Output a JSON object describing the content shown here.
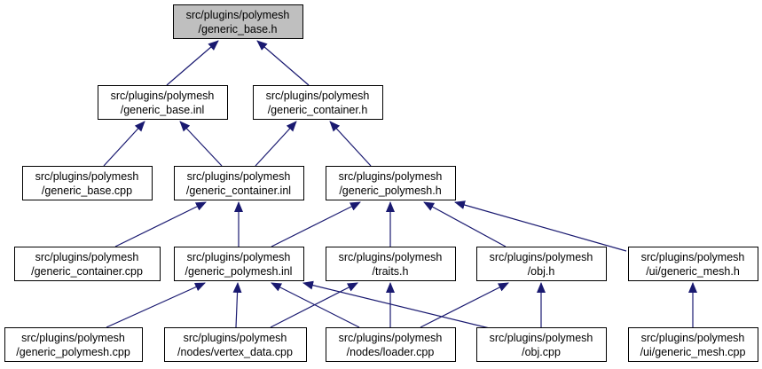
{
  "colors": {
    "edge": "#191970",
    "node_border": "#000000",
    "node_fill": "#ffffff",
    "highlight_fill": "#bfbfbf"
  },
  "nodes": [
    {
      "id": "n0",
      "line1": "src/plugins/polymesh",
      "line2": "/generic_base.h",
      "highlighted": true
    },
    {
      "id": "n1",
      "line1": "src/plugins/polymesh",
      "line2": "/generic_base.inl"
    },
    {
      "id": "n2",
      "line1": "src/plugins/polymesh",
      "line2": "/generic_container.h"
    },
    {
      "id": "n3",
      "line1": "src/plugins/polymesh",
      "line2": "/generic_base.cpp"
    },
    {
      "id": "n4",
      "line1": "src/plugins/polymesh",
      "line2": "/generic_container.inl"
    },
    {
      "id": "n5",
      "line1": "src/plugins/polymesh",
      "line2": "/generic_polymesh.h"
    },
    {
      "id": "n6",
      "line1": "src/plugins/polymesh",
      "line2": "/generic_container.cpp"
    },
    {
      "id": "n7",
      "line1": "src/plugins/polymesh",
      "line2": "/generic_polymesh.inl"
    },
    {
      "id": "n8",
      "line1": "src/plugins/polymesh",
      "line2": "/traits.h"
    },
    {
      "id": "n9",
      "line1": "src/plugins/polymesh",
      "line2": "/obj.h"
    },
    {
      "id": "n10",
      "line1": "src/plugins/polymesh",
      "line2": "/ui/generic_mesh.h"
    },
    {
      "id": "n11",
      "line1": "src/plugins/polymesh",
      "line2": "/generic_polymesh.cpp"
    },
    {
      "id": "n12",
      "line1": "src/plugins/polymesh",
      "line2": "/nodes/vertex_data.cpp"
    },
    {
      "id": "n13",
      "line1": "src/plugins/polymesh",
      "line2": "/nodes/loader.cpp"
    },
    {
      "id": "n14",
      "line1": "src/plugins/polymesh",
      "line2": "/obj.cpp"
    },
    {
      "id": "n15",
      "line1": "src/plugins/polymesh",
      "line2": "/ui/generic_mesh.cpp"
    }
  ],
  "edges": [
    {
      "from": "n1",
      "to": "n0"
    },
    {
      "from": "n2",
      "to": "n0"
    },
    {
      "from": "n3",
      "to": "n1"
    },
    {
      "from": "n4",
      "to": "n1"
    },
    {
      "from": "n4",
      "to": "n2"
    },
    {
      "from": "n5",
      "to": "n2"
    },
    {
      "from": "n6",
      "to": "n4"
    },
    {
      "from": "n7",
      "to": "n4"
    },
    {
      "from": "n7",
      "to": "n5"
    },
    {
      "from": "n8",
      "to": "n5"
    },
    {
      "from": "n9",
      "to": "n5"
    },
    {
      "from": "n10",
      "to": "n5"
    },
    {
      "from": "n11",
      "to": "n7"
    },
    {
      "from": "n12",
      "to": "n7"
    },
    {
      "from": "n13",
      "to": "n7"
    },
    {
      "from": "n14",
      "to": "n7"
    },
    {
      "from": "n12",
      "to": "n8"
    },
    {
      "from": "n13",
      "to": "n8"
    },
    {
      "from": "n13",
      "to": "n9"
    },
    {
      "from": "n14",
      "to": "n9"
    },
    {
      "from": "n15",
      "to": "n10"
    }
  ]
}
